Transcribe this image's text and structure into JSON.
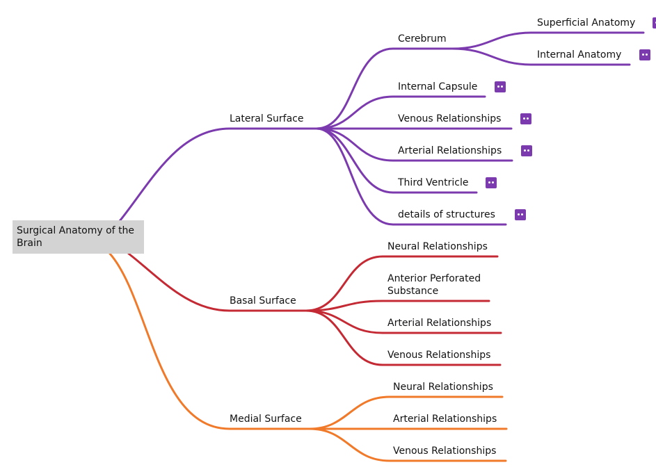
{
  "root": {
    "label": "Surgical Anatomy of the Brain"
  },
  "colors": {
    "lateral": "#7b3aad",
    "basal": "#c42a34",
    "medial": "#f07a2a",
    "root_bg": "#d3d3d3",
    "note_icon": "#7b3aad"
  },
  "branches": [
    {
      "label": "Lateral Surface",
      "children": [
        {
          "label": "Cerebrum",
          "has_note": false,
          "children": [
            {
              "label": "Superficial Anatomy",
              "has_note": true
            },
            {
              "label": "Internal Anatomy",
              "has_note": true
            }
          ]
        },
        {
          "label": "Internal Capsule",
          "has_note": true
        },
        {
          "label": "Venous Relationships",
          "has_note": true
        },
        {
          "label": "Arterial Relationships",
          "has_note": true
        },
        {
          "label": "Third Ventricle",
          "has_note": true
        },
        {
          "label": "details of structures",
          "has_note": true
        }
      ]
    },
    {
      "label": "Basal Surface",
      "children": [
        {
          "label": "Neural Relationships"
        },
        {
          "label": "Anterior Perforated Substance"
        },
        {
          "label": "Arterial Relationships"
        },
        {
          "label": "Venous Relationships"
        }
      ]
    },
    {
      "label": "Medial Surface",
      "children": [
        {
          "label": "Neural Relationships"
        },
        {
          "label": "Arterial Relationships"
        },
        {
          "label": "Venous Relationships"
        }
      ]
    }
  ]
}
